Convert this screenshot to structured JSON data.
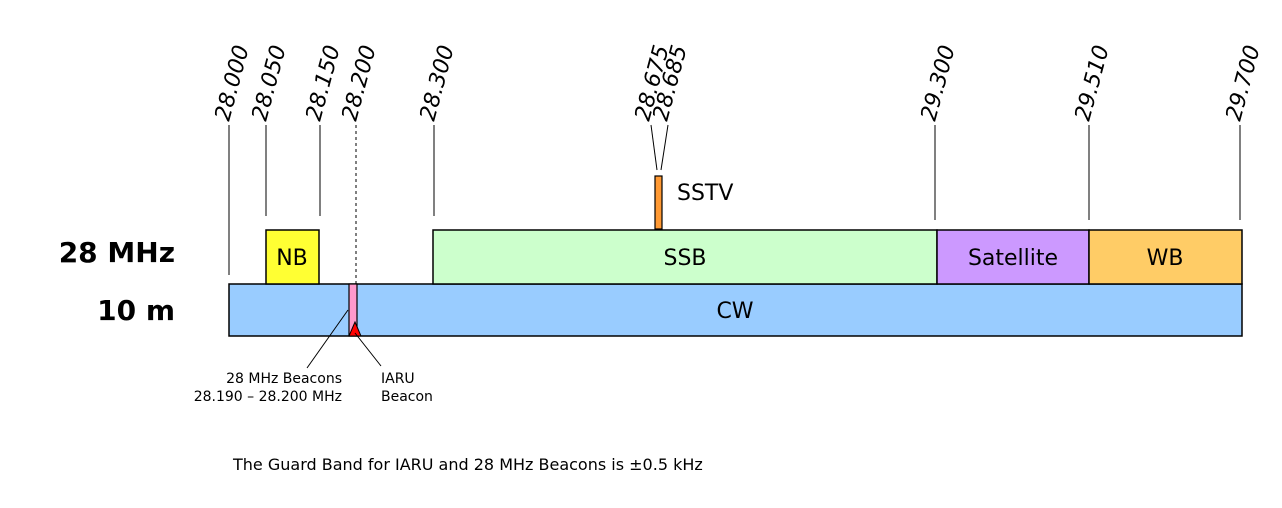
{
  "band_label": {
    "frequency": "28 MHz",
    "wavelength": "10 m"
  },
  "frequency_marks": [
    {
      "label": "28.000"
    },
    {
      "label": "28.050"
    },
    {
      "label": "28.150"
    },
    {
      "label": "28.200"
    },
    {
      "label": "28.300"
    },
    {
      "label": "28.675"
    },
    {
      "label": "28.685"
    },
    {
      "label": "29.300"
    },
    {
      "label": "29.510"
    },
    {
      "label": "29.700"
    }
  ],
  "segments": {
    "nb": "NB",
    "ssb": "SSB",
    "satellite": "Satellite",
    "wb": "WB",
    "cw": "CW",
    "sstv": "SSTV"
  },
  "beacons": {
    "beacon_range_line1": "28 MHz Beacons",
    "beacon_range_line2": "28.190 – 28.200 MHz",
    "iaru_line1": "IARU",
    "iaru_line2": "Beacon"
  },
  "note": "The Guard Band for IARU and 28 MHz Beacons is ±0.5 kHz",
  "colors": {
    "nb": "#ffff33",
    "ssb": "#ccffcc",
    "satellite": "#cc99ff",
    "wb": "#ffcc66",
    "cw": "#99ccff",
    "sstv": "#ff9933",
    "beacon_band": "#ff99cc",
    "iaru_marker": "#ff0000"
  }
}
